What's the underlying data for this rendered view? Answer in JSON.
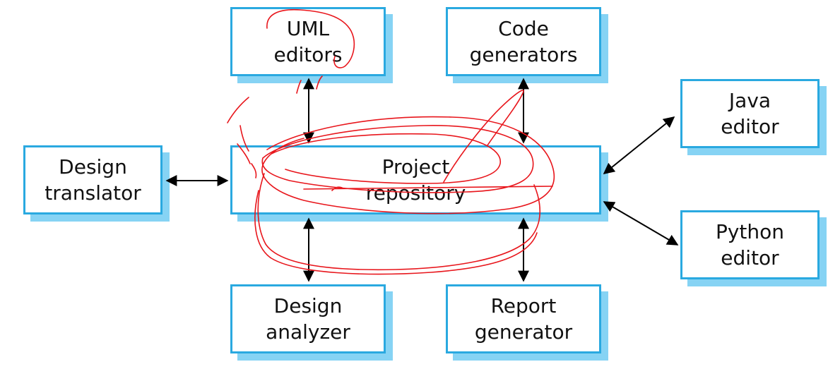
{
  "colors": {
    "box_border": "#2aa9e0",
    "box_shadow": "#86d3f4",
    "arrow": "#000000",
    "annotation": "#e8161c"
  },
  "nodes": {
    "uml_editors": {
      "line1": "UML",
      "line2": "editors"
    },
    "code_generators": {
      "line1": "Code",
      "line2": "generators"
    },
    "java_editor": {
      "line1": "Java",
      "line2": "editor"
    },
    "design_translator": {
      "line1": "Design",
      "line2": "translator"
    },
    "project_repository": {
      "line1": "Project",
      "line2": "repository"
    },
    "python_editor": {
      "line1": "Python",
      "line2": "editor"
    },
    "design_analyzer": {
      "line1": "Design",
      "line2": "analyzer"
    },
    "report_generator": {
      "line1": "Report",
      "line2": "generator"
    }
  },
  "edges": [
    {
      "from": "uml_editors",
      "to": "project_repository",
      "direction": "both"
    },
    {
      "from": "code_generators",
      "to": "project_repository",
      "direction": "both"
    },
    {
      "from": "design_translator",
      "to": "project_repository",
      "direction": "both"
    },
    {
      "from": "java_editor",
      "to": "project_repository",
      "direction": "both"
    },
    {
      "from": "python_editor",
      "to": "project_repository",
      "direction": "both"
    },
    {
      "from": "design_analyzer",
      "to": "project_repository",
      "direction": "both"
    },
    {
      "from": "report_generator",
      "to": "project_repository",
      "direction": "both"
    }
  ]
}
